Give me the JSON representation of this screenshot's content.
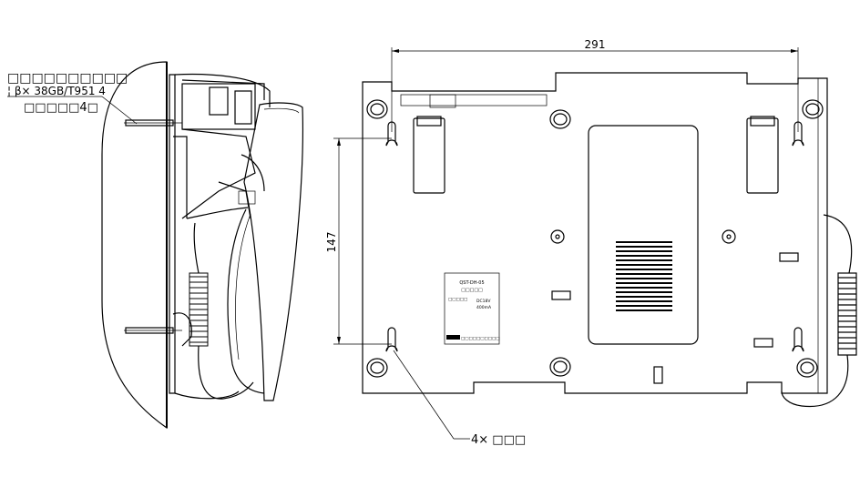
{
  "side_view": {
    "annotation_line1": "□□□□□□□□□□",
    "annotation_line2": "¦ β× 38GB/T951 4",
    "annotation_line3": "□□□□□4□"
  },
  "rear_view": {
    "width_dimension": "291",
    "height_dimension": "147",
    "mount_hole_callout": "4× □□□",
    "label": {
      "model": "QST-DH-05",
      "line1": "□□□□□",
      "voltage": "DC18V",
      "current": "400mA",
      "footer": "□□□□□□□□□□"
    }
  }
}
